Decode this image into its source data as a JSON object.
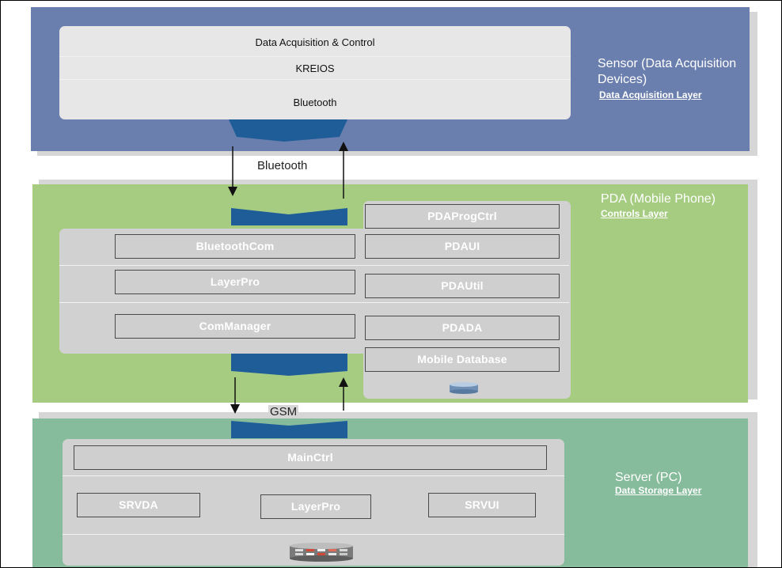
{
  "sensor": {
    "title": "Sensor (Data Acquisition Devices)",
    "subtitle": "Data Acquisition Layer",
    "panel": [
      "Data Acquisition & Control",
      "KREIOS",
      "Bluetooth"
    ]
  },
  "links": {
    "top": "Bluetooth",
    "bottom": "GSM"
  },
  "pda": {
    "title": "PDA (Mobile Phone)",
    "subtitle": "Controls Layer",
    "left_modules": [
      "BluetoothCom",
      "LayerPro",
      "ComManager"
    ],
    "right_modules": [
      "PDAProgCtrl",
      "PDAUI",
      "PDAUtil",
      "PDADA",
      "Mobile Database"
    ]
  },
  "server": {
    "title": "Server (PC)",
    "subtitle": "Data Storage Layer",
    "main_module": "MainCtrl",
    "modules": [
      "SRVDA",
      "LayerPro",
      "SRVUI"
    ]
  },
  "colors": {
    "sensor_layer": "#6b7fae",
    "pda_layer": "#a6cc82",
    "server_layer": "#86bc9c",
    "connector": "#1f5d99"
  }
}
